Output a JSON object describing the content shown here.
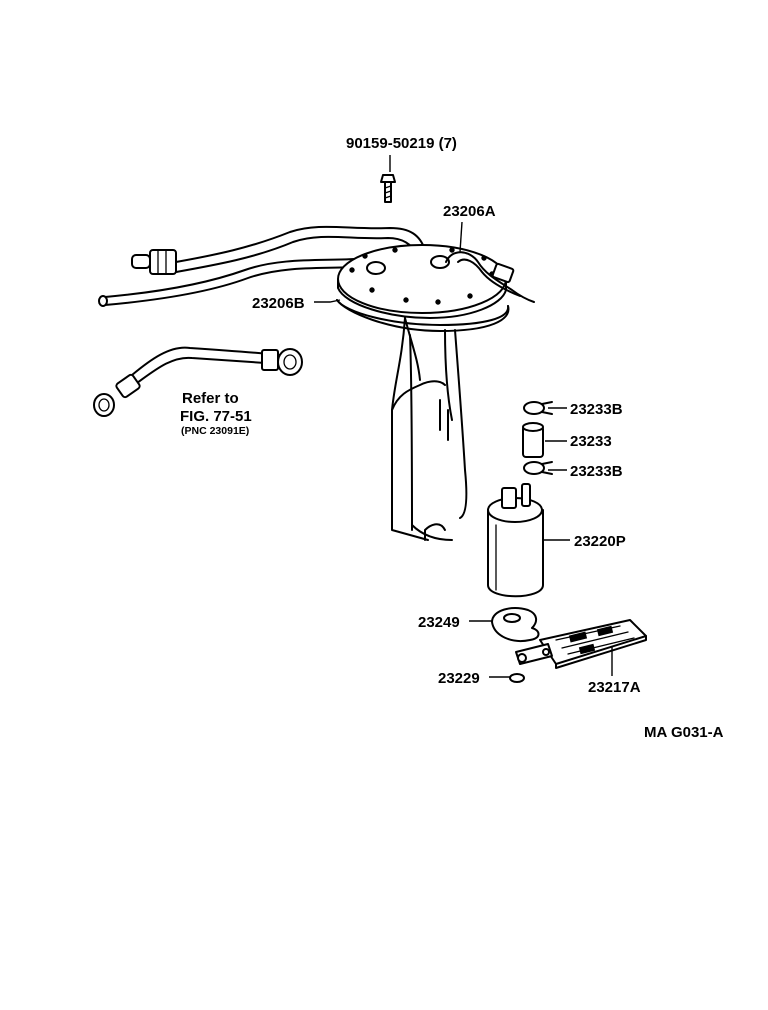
{
  "diagram": {
    "drawing_code": "MA G031-A",
    "refer_note": {
      "line1": "Refer to",
      "line2": "FIG. 77-51",
      "line3": "(PNC 23091E)"
    },
    "parts": {
      "screw": "90159-50219 (7)",
      "gasket_a": "23206A",
      "gasket_b": "23206B",
      "clamp_top": "23233B",
      "hose": "23233",
      "clamp_bottom": "23233B",
      "pump": "23220P",
      "cushion": "23249",
      "washer": "23229",
      "filter": "23217A"
    }
  }
}
